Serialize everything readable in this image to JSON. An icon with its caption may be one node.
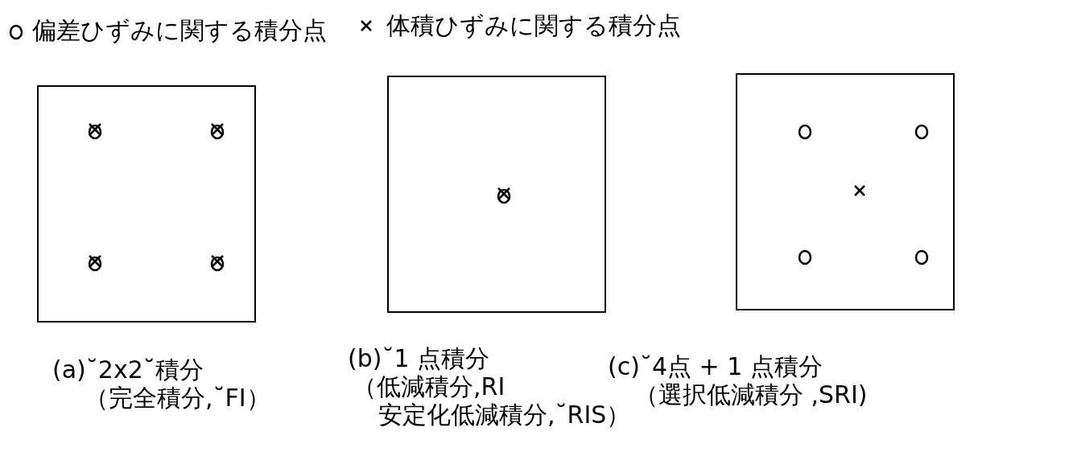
{
  "diagram": {
    "labels": [
      "(a)˘2x2˘積分",
      "（完全積分,˘FI）",
      "(b)˘1 点積分",
      "（低減積分,RI 安定化低減積分,˘RIS）",
      "(c)˘4点 + 1 点積分",
      "（選択低減積分 ,SRI)"
    ],
    "legend": [
      {
        "text": "偏差ひずみに関する積分点"
      },
      {
        "text": "体積ひずみに関する積分点"
      }
    ]
  }
}
